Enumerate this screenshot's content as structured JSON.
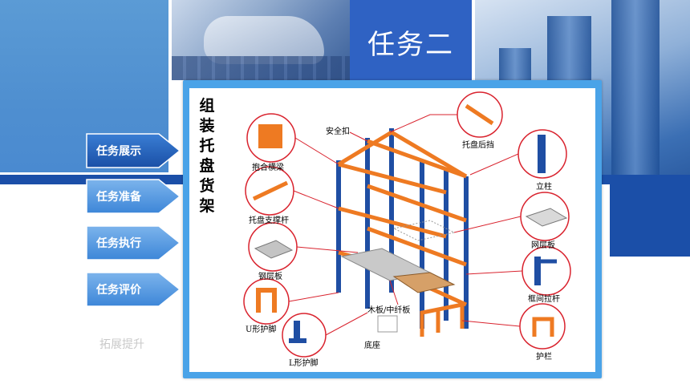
{
  "header": {
    "title": "任务二"
  },
  "caption": [
    "组",
    "装",
    "托",
    "盘",
    "货",
    "架"
  ],
  "nav": [
    {
      "label": "任务展示"
    },
    {
      "label": "任务准备"
    },
    {
      "label": "任务执行"
    },
    {
      "label": "任务评价"
    }
  ],
  "extra_link": "拓展提升",
  "diagram": {
    "labels": {
      "baohe": "抱合横梁",
      "anquankou": "安全扣",
      "houdang": "托盘后挡",
      "lizhu": "立柱",
      "zhichenggan": "托盘支撑杆",
      "wangceng": "网层板",
      "gangceng": "钢层板",
      "kuangjian": "框间拉杆",
      "mubanxian": "木板/中纤板",
      "uhujiao": "U形护脚",
      "dizuo": "底座",
      "lhujiao": "L形护脚",
      "hulan": "护栏"
    },
    "colors": {
      "upright": "#1f4ea3",
      "beam": "#ee7a22",
      "callout": "#d9232e"
    }
  }
}
